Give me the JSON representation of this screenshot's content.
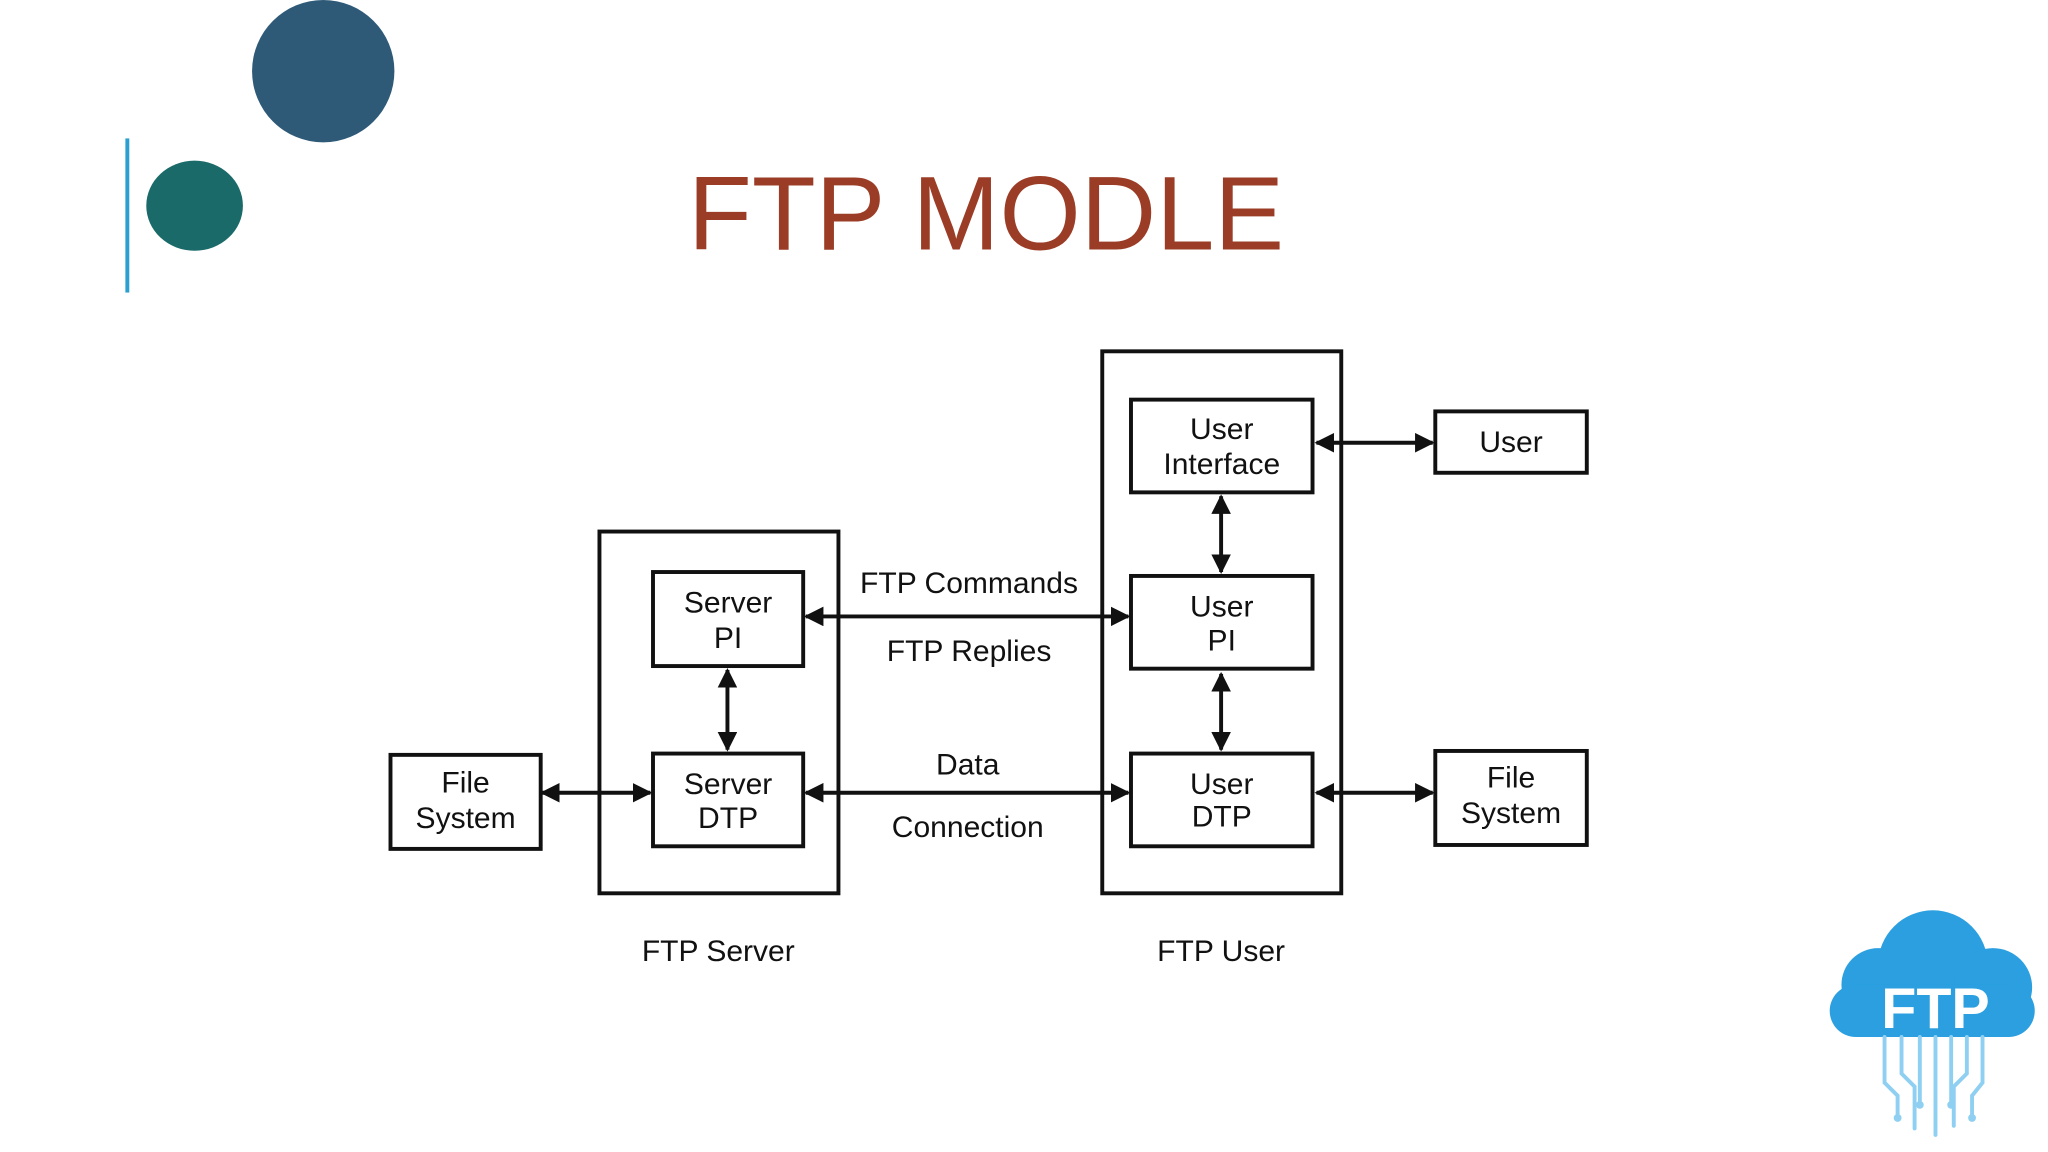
{
  "slide": {
    "title": "FTP MODLE",
    "colors": {
      "title": "#9b3d26",
      "circle_large": "#2e5a78",
      "circle_small": "#1b6a6a",
      "accent_line": "#2a9fd0",
      "logo": "#2b9fe0"
    }
  },
  "diagram": {
    "server_pi": [
      "Server",
      "PI"
    ],
    "server_dtp": [
      "Server",
      "DTP"
    ],
    "server_fs": [
      "File",
      "System"
    ],
    "user_interface": [
      "User",
      "Interface"
    ],
    "user_pi": [
      "User",
      "PI"
    ],
    "user_dtp": [
      "User",
      "DTP"
    ],
    "user": "User",
    "user_fs": [
      "File",
      "System"
    ],
    "commands_label": "FTP Commands",
    "replies_label": "FTP Replies",
    "data_label": "Data",
    "connection_label": "Connection",
    "server_group_label": "FTP Server",
    "user_group_label": "FTP User"
  },
  "logo": {
    "text": "FTP",
    "icon": "cloud-ftp-icon"
  }
}
